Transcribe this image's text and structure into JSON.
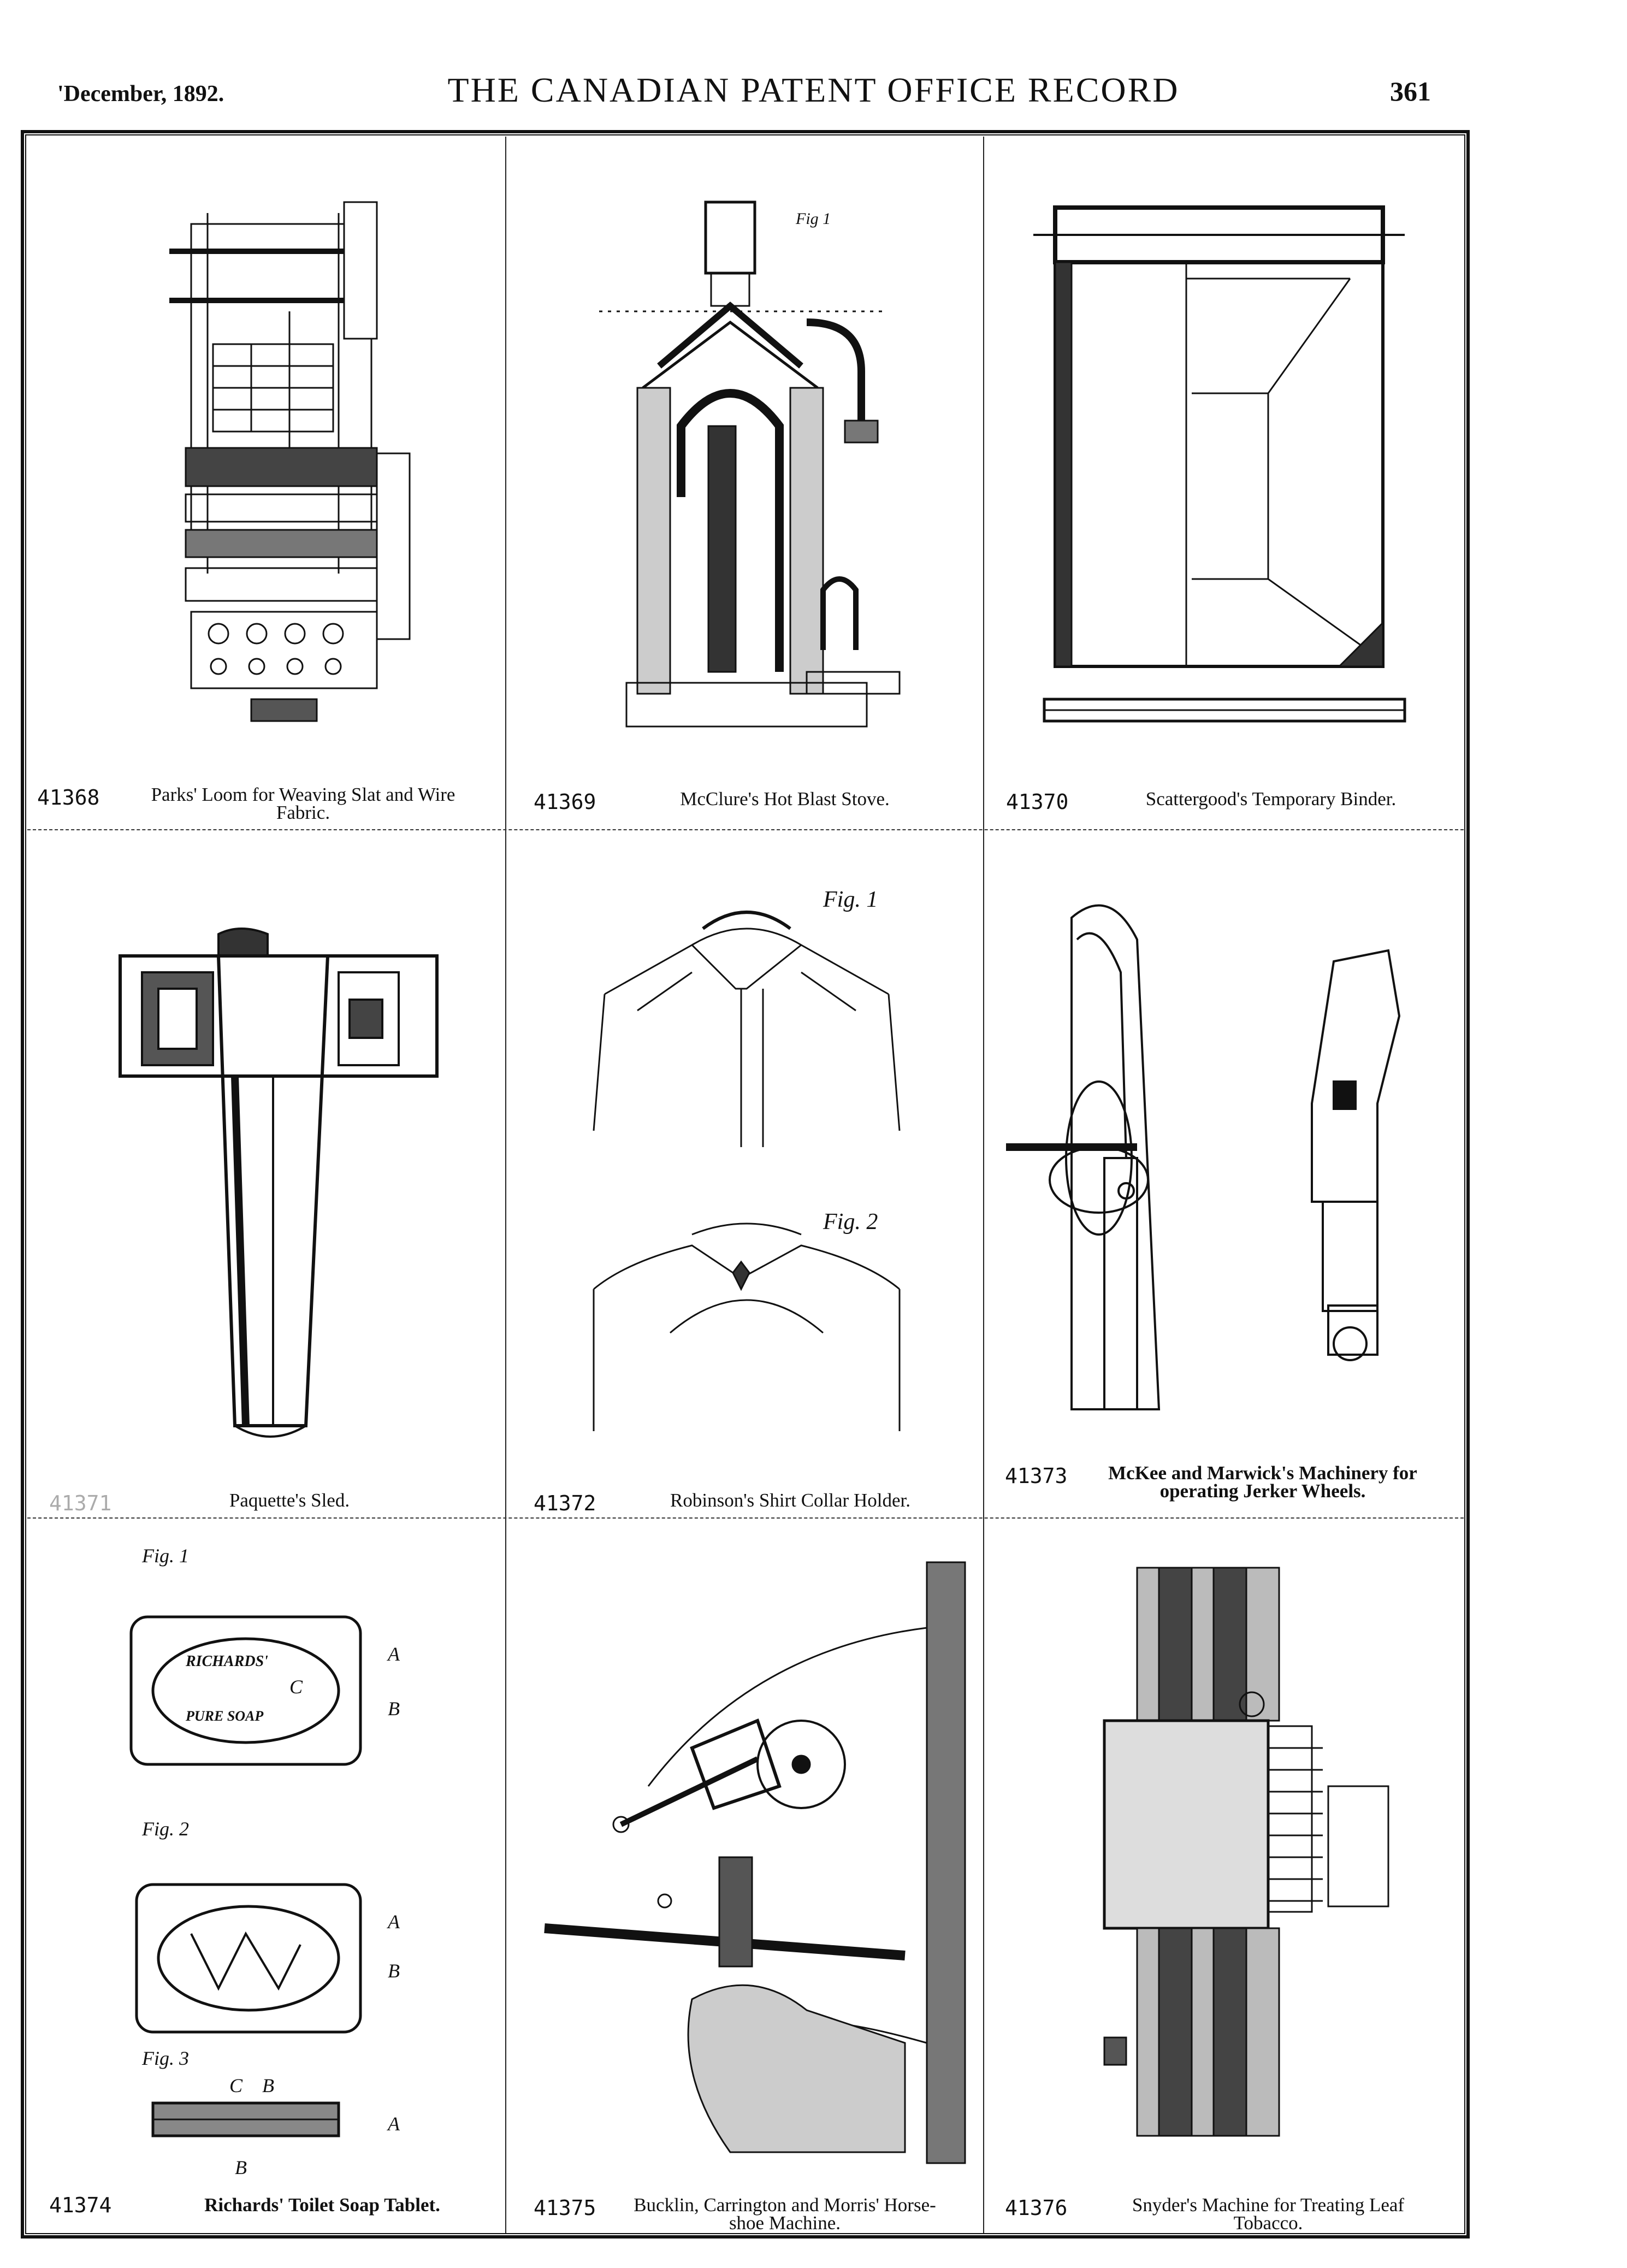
{
  "header": {
    "date": "'December, 1892.",
    "title": "THE CANADIAN PATENT OFFICE RECORD",
    "page_number": "361"
  },
  "patents": [
    {
      "number": "41368",
      "title_line1": "Parks' Loom for Weaving Slat and Wire",
      "title_line2": "Fabric."
    },
    {
      "number": "41369",
      "title_line1": "McClure's Hot Blast Stove.",
      "title_line2": ""
    },
    {
      "number": "41370",
      "title_line1": "Scattergood's Temporary Binder.",
      "title_line2": ""
    },
    {
      "number": "41371",
      "title_line1": "Paquette's Sled.",
      "title_line2": ""
    },
    {
      "number": "41372",
      "title_line1": "Robinson's Shirt Collar Holder.",
      "title_line2": ""
    },
    {
      "number": "41373",
      "title_line1": "McKee and Marwick's Machinery for",
      "title_line2": "operating Jerker Wheels."
    },
    {
      "number": "41374",
      "title_line1": "Richards' Toilet Soap Tablet.",
      "title_line2": ""
    },
    {
      "number": "41375",
      "title_line1": "Bucklin, Carrington and Morris' Horse-",
      "title_line2": "shoe Machine."
    },
    {
      "number": "41376",
      "title_line1": "Snyder's Machine for Treating Leaf",
      "title_line2": "Tobacco."
    }
  ],
  "figure_labels": {
    "stove_fig": "Fig 1",
    "collar_fig1": "Fig. 1",
    "collar_fig2": "Fig. 2",
    "soap_fig1": "Fig. 1",
    "soap_fig2": "Fig. 2",
    "soap_fig3": "Fig. 3",
    "soap_stamp_top": "RICHARDS'",
    "soap_stamp_bottom": "PURE SOAP",
    "soap_A": "A",
    "soap_B": "B",
    "soap_C": "C"
  }
}
